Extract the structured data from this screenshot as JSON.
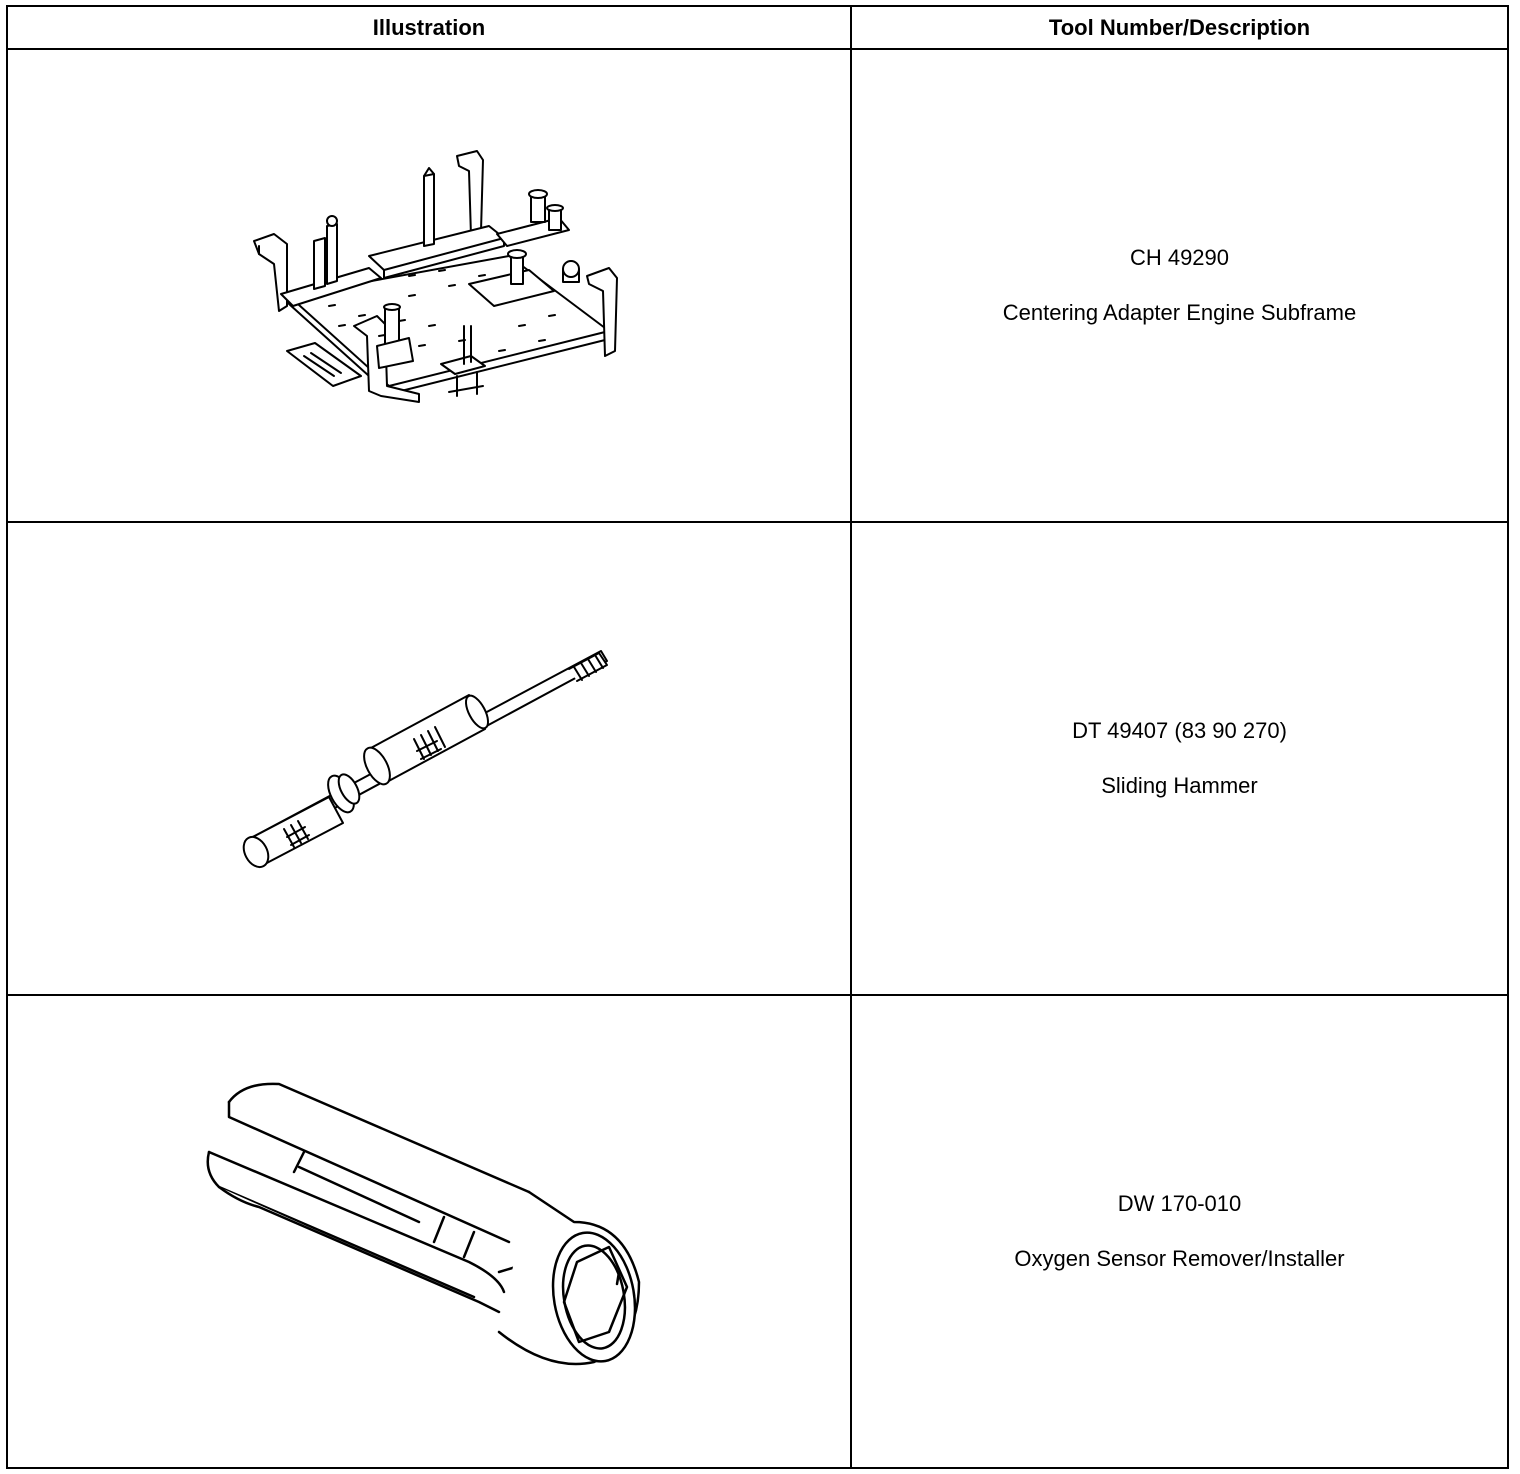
{
  "table": {
    "headers": {
      "illustration": "Illustration",
      "tool": "Tool Number/Description"
    },
    "rows": [
      {
        "tool_number": "CH 49290",
        "description": "Centering Adapter Engine Subframe",
        "illustration_icon": "subframe-adapter-fixture-icon"
      },
      {
        "tool_number": "DT 49407 (83 90 270)",
        "description": "Sliding Hammer",
        "illustration_icon": "sliding-hammer-icon"
      },
      {
        "tool_number": "DW 170-010",
        "description": "Oxygen Sensor Remover/Installer",
        "illustration_icon": "oxygen-sensor-socket-icon"
      }
    ]
  }
}
